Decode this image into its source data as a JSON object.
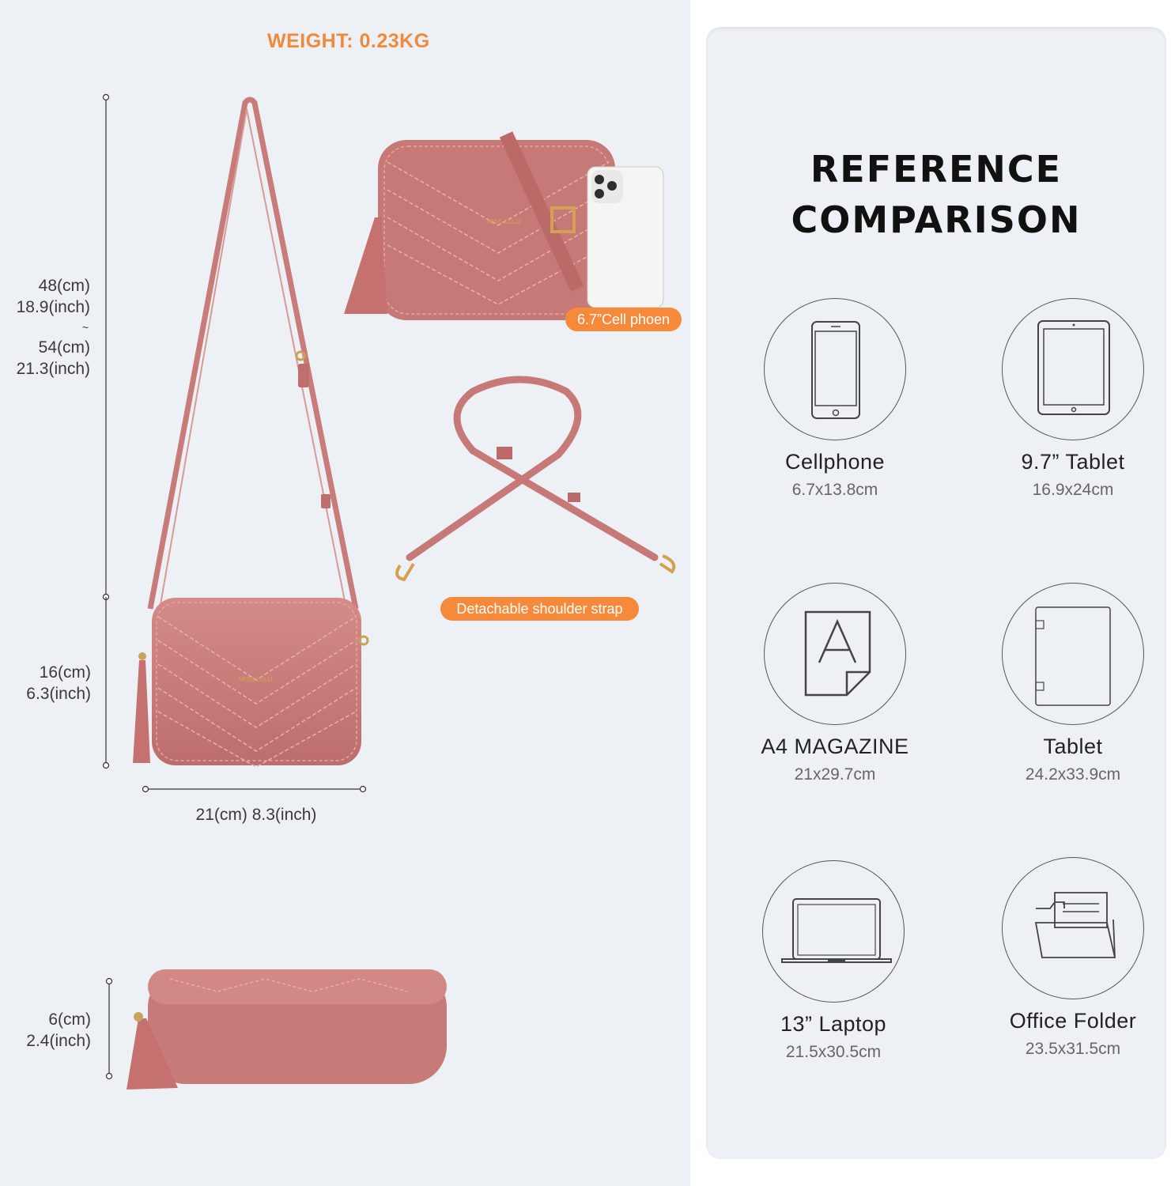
{
  "weight_label": "WEIGHT: 0.23KG",
  "dimensions": {
    "strap_length": [
      "48(cm)",
      "18.9(inch)",
      "~",
      "54(cm)",
      "21.3(inch)"
    ],
    "height": [
      "16(cm)",
      "6.3(inch)"
    ],
    "width": "21(cm) 8.3(inch)",
    "depth": [
      "6(cm)",
      "2.4(inch)"
    ]
  },
  "badges": {
    "cellphone": "6.7”Cell phoen",
    "strap": "Detachable shoulder strap"
  },
  "brand_on_bag": "MISS LULU",
  "reference": {
    "title_line1": "REFERENCE",
    "title_line2": "COMPARISON",
    "items": [
      {
        "name": "Cellphone",
        "size": "6.7x13.8cm",
        "icon": "phone-icon"
      },
      {
        "name": "9.7” Tablet",
        "size": "16.9x24cm",
        "icon": "tablet-icon"
      },
      {
        "name": "A4 MAGAZINE",
        "size": "21x29.7cm",
        "icon": "a4-document-icon"
      },
      {
        "name": "Tablet",
        "size": "24.2x33.9cm",
        "icon": "binder-icon"
      },
      {
        "name": "13” Laptop",
        "size": "21.5x30.5cm",
        "icon": "laptop-icon"
      },
      {
        "name": "Office Folder",
        "size": "23.5x31.5cm",
        "icon": "folder-icon"
      }
    ]
  },
  "colors": {
    "bag": "#c87a78",
    "accent": "#f7893b",
    "background": "#edf1f6"
  }
}
